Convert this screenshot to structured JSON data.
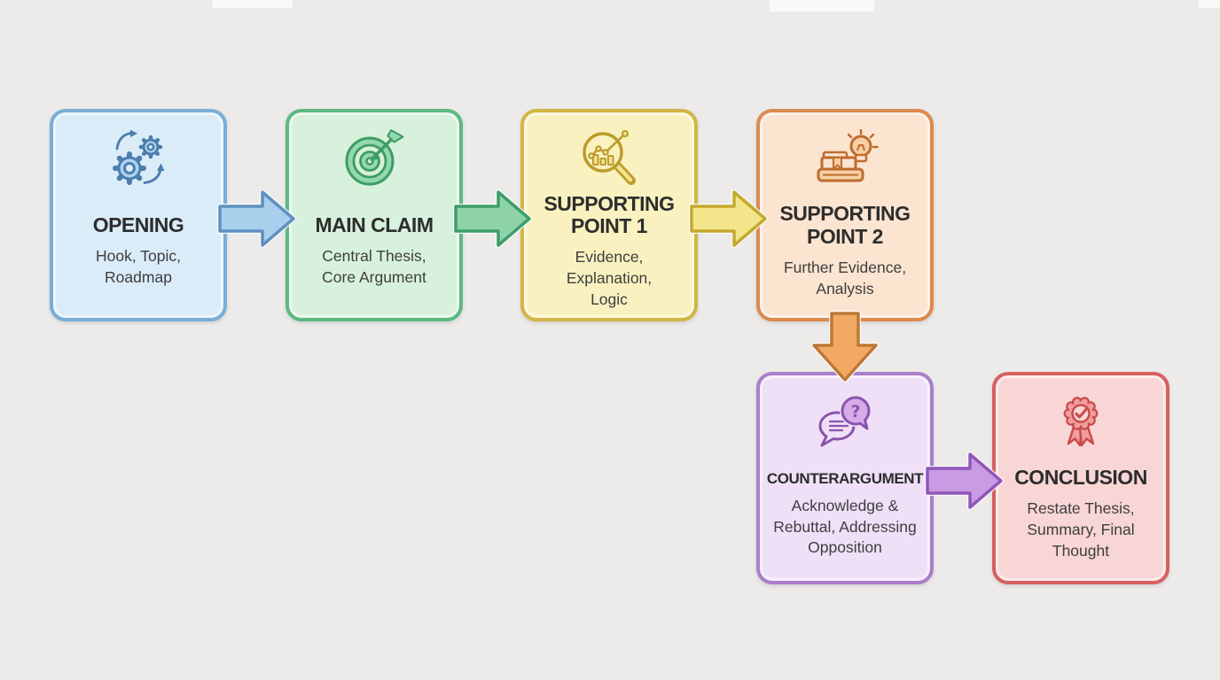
{
  "background": "#ecebe9",
  "diagram": {
    "type": "flowchart",
    "description_visible_text_only": true
  },
  "nodes": [
    {
      "id": "opening",
      "title": "OPENING",
      "subtitle_lines": [
        "Hook, Topic,",
        "Roadmap"
      ],
      "icon": "gears-icon",
      "colors": {
        "fill": "#daecf8",
        "border": "#79aed6",
        "icon_stroke": "#4b7dad",
        "icon_fill": "#aed3ee"
      }
    },
    {
      "id": "main-claim",
      "title": "MAIN CLAIM",
      "subtitle_lines": [
        "Central Thesis,",
        "Core Argument"
      ],
      "icon": "target-icon",
      "colors": {
        "fill": "#d7f1dd",
        "border": "#5cb981",
        "icon_stroke": "#3d9c62",
        "icon_fill": "#93d8b0"
      }
    },
    {
      "id": "supporting-point-1",
      "title": "SUPPORTING POINT 1",
      "subtitle_lines": [
        "Evidence,",
        "Explanation,",
        "Logic"
      ],
      "icon": "magnifier-chart-icon",
      "colors": {
        "fill": "#f9f2c0",
        "border": "#d2b545",
        "icon_stroke": "#bd9c2b",
        "icon_fill": "#f3e493"
      }
    },
    {
      "id": "supporting-point-2",
      "title": "SUPPORTING POINT 2",
      "subtitle_lines": [
        "Further Evidence,",
        "Analysis"
      ],
      "icon": "books-lightbulb-icon",
      "colors": {
        "fill": "#fbe4d0",
        "border": "#dd8a4e",
        "icon_stroke": "#bf6c2e",
        "icon_fill": "#f6cfa6"
      }
    },
    {
      "id": "counterargument",
      "title": "COUNTERARGUMENT",
      "subtitle_lines": [
        "Acknowledge &",
        "Rebuttal, Addressing",
        "Opposition"
      ],
      "icon": "speech-bubbles-icon",
      "colors": {
        "fill": "#efe0f8",
        "border": "#aa7ecb",
        "icon_stroke": "#8954ac",
        "icon_fill": "#d5abe9"
      }
    },
    {
      "id": "conclusion",
      "title": "CONCLUSION",
      "subtitle_lines": [
        "Restate Thesis,",
        "Summary, Final",
        "Thought"
      ],
      "icon": "award-ribbon-icon",
      "colors": {
        "fill": "#f9d6d6",
        "border": "#d66160",
        "icon_stroke": "#c94b4b",
        "icon_fill": "#f09e9e"
      }
    }
  ],
  "arrows": [
    {
      "from": "opening",
      "to": "main-claim",
      "direction": "right",
      "fill": "#a8cfec",
      "stroke": "#5e90c0"
    },
    {
      "from": "main-claim",
      "to": "supporting-point-1",
      "direction": "right",
      "fill": "#8ed3a9",
      "stroke": "#3f9d68"
    },
    {
      "from": "supporting-point-1",
      "to": "supporting-point-2",
      "direction": "right",
      "fill": "#f3e58a",
      "stroke": "#c5a82e"
    },
    {
      "from": "supporting-point-2",
      "to": "counterargument",
      "direction": "down",
      "fill": "#f2a963",
      "stroke": "#bd7836"
    },
    {
      "from": "counterargument",
      "to": "conclusion",
      "direction": "right",
      "fill": "#c89be2",
      "stroke": "#9156ba"
    }
  ]
}
